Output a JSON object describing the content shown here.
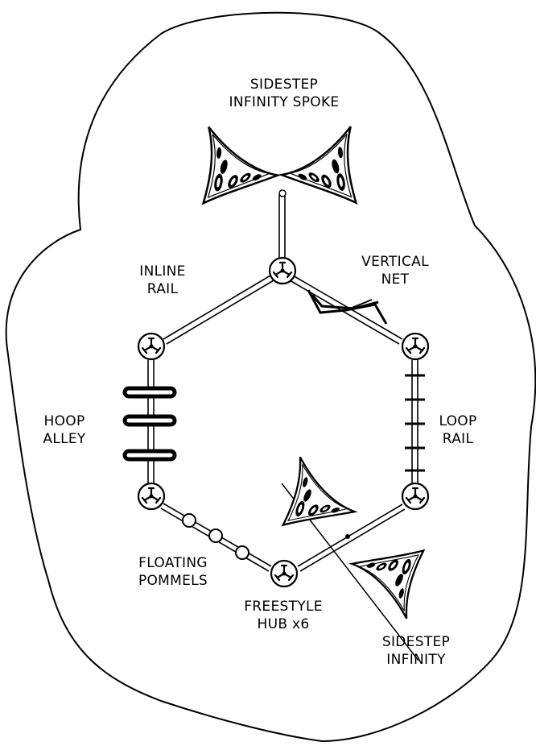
{
  "labels": {
    "sidestep_spoke": {
      "line1": "SIDESTEP",
      "line2": "INFINITY  SPOKE"
    },
    "inline_rail": {
      "line1": "INLINE",
      "line2": "RAIL"
    },
    "vertical_net": {
      "line1": "VERTICAL",
      "line2": "NET"
    },
    "hoop_alley": {
      "line1": "HOOP",
      "line2": "ALLEY"
    },
    "loop_rail": {
      "line1": "LOOP",
      "line2": "RAIL"
    },
    "floating_pommels": {
      "line1": "FLOATING",
      "line2": "POMMELS"
    },
    "freestyle_hub": {
      "line1": "FREESTYLE",
      "line2": "HUB  x6"
    },
    "sidestep_infinity": {
      "line1": "SIDESTEP",
      "line2": "INFINITY"
    }
  },
  "colors": {
    "line": "#000000",
    "background": "#ffffff"
  }
}
